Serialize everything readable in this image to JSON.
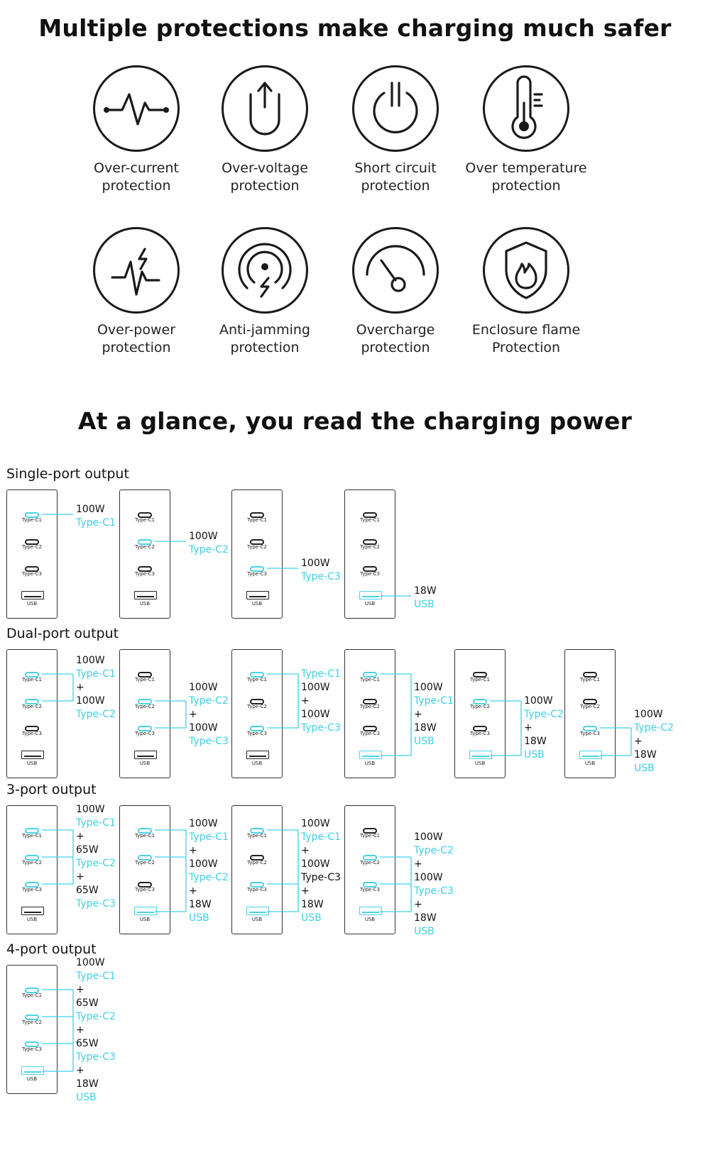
{
  "headline_protections": "Multiple protections make charging much safer",
  "headline_power": "At a glance, you read the charging power",
  "colors": {
    "accent": "#3fd0e6",
    "dark": "#1a1a1a"
  },
  "protections": [
    {
      "label": "Over-current\nprotection",
      "icon": "pulse-icon"
    },
    {
      "label": "Over-voltage\nprotection",
      "icon": "voltage-arrow-icon"
    },
    {
      "label": "Short circuit\nprotection",
      "icon": "power-icon"
    },
    {
      "label": "Over temperature\nprotection",
      "icon": "thermometer-icon"
    },
    {
      "label": "Over-power\nprotection",
      "icon": "power-spike-icon"
    },
    {
      "label": "Anti-jamming\nprotection",
      "icon": "interference-icon"
    },
    {
      "label": "Overcharge\nprotection",
      "icon": "gauge-icon"
    },
    {
      "label": "Enclosure flame\nProtection",
      "icon": "flame-shield-icon"
    }
  ],
  "port_labels": [
    "Type-C1",
    "Type-C2",
    "Type-C3",
    "USB"
  ],
  "sections": [
    {
      "title": "Single-port output",
      "configs": [
        {
          "active": [
            0
          ],
          "lines": [
            [
              "w",
              "100W"
            ],
            [
              "p",
              "Type-C1"
            ]
          ]
        },
        {
          "active": [
            1
          ],
          "lines": [
            [
              "w",
              "100W"
            ],
            [
              "p",
              "Type-C2"
            ]
          ]
        },
        {
          "active": [
            2
          ],
          "lines": [
            [
              "w",
              "100W"
            ],
            [
              "p",
              "Type-C3"
            ]
          ]
        },
        {
          "active": [
            3
          ],
          "lines": [
            [
              "w",
              "18W"
            ],
            [
              "p",
              "USB"
            ]
          ]
        }
      ]
    },
    {
      "title": "Dual-port output",
      "configs": [
        {
          "active": [
            0,
            1
          ],
          "lines": [
            [
              "w",
              "100W"
            ],
            [
              "p",
              "Type-C1"
            ],
            [
              "k",
              "+"
            ],
            [
              "w",
              "100W"
            ],
            [
              "p",
              "Type-C2"
            ]
          ]
        },
        {
          "active": [
            1,
            2
          ],
          "lines": [
            [
              "w",
              "100W"
            ],
            [
              "p",
              "Type-C2"
            ],
            [
              "k",
              "+"
            ],
            [
              "w",
              "100W"
            ],
            [
              "p",
              "Type-C3"
            ]
          ]
        },
        {
          "active": [
            0,
            2
          ],
          "lines": [
            [
              "p",
              "Type-C1"
            ],
            [
              "w",
              "100W"
            ],
            [
              "k",
              "+"
            ],
            [
              "w",
              "100W"
            ],
            [
              "p",
              "Type-C3"
            ]
          ]
        },
        {
          "active": [
            0,
            3
          ],
          "lines": [
            [
              "w",
              "100W"
            ],
            [
              "p",
              "Type-C1"
            ],
            [
              "k",
              "+"
            ],
            [
              "w",
              "18W"
            ],
            [
              "p",
              "USB"
            ]
          ]
        },
        {
          "active": [
            1,
            3
          ],
          "lines": [
            [
              "w",
              "100W"
            ],
            [
              "p",
              "Type-C2"
            ],
            [
              "k",
              "+"
            ],
            [
              "w",
              "18W"
            ],
            [
              "p",
              "USB"
            ]
          ]
        },
        {
          "active": [
            2,
            3
          ],
          "lines": [
            [
              "w",
              "100W"
            ],
            [
              "p",
              "Type-C2"
            ],
            [
              "k",
              "+"
            ],
            [
              "w",
              "18W"
            ],
            [
              "p",
              "USB"
            ]
          ]
        }
      ]
    },
    {
      "title": "3-port output",
      "configs": [
        {
          "active": [
            0,
            1,
            2
          ],
          "lines": [
            [
              "w",
              "100W"
            ],
            [
              "p",
              "Type-C1"
            ],
            [
              "k",
              "+"
            ],
            [
              "w",
              "65W"
            ],
            [
              "p",
              "Type-C2"
            ],
            [
              "k",
              "+"
            ],
            [
              "w",
              "65W"
            ],
            [
              "p",
              "Type-C3"
            ]
          ]
        },
        {
          "active": [
            0,
            1,
            3
          ],
          "lines": [
            [
              "w",
              "100W"
            ],
            [
              "p",
              "Type-C1"
            ],
            [
              "k",
              "+"
            ],
            [
              "w",
              "100W"
            ],
            [
              "p",
              "Type-C2"
            ],
            [
              "k",
              "+"
            ],
            [
              "w",
              "18W"
            ],
            [
              "p",
              "USB"
            ]
          ]
        },
        {
          "active": [
            0,
            2,
            3
          ],
          "lines": [
            [
              "w",
              "100W"
            ],
            [
              "p",
              "Type-C1"
            ],
            [
              "k",
              "+"
            ],
            [
              "w",
              "100W"
            ],
            [
              "w",
              "Type-C3"
            ],
            [
              "k",
              "+"
            ],
            [
              "w",
              "18W"
            ],
            [
              "p",
              "USB"
            ]
          ]
        },
        {
          "active": [
            1,
            2,
            3
          ],
          "lines": [
            [
              "w",
              "100W"
            ],
            [
              "p",
              "Type-C2"
            ],
            [
              "k",
              "+"
            ],
            [
              "w",
              "100W"
            ],
            [
              "p",
              "Type-C3"
            ],
            [
              "k",
              "+"
            ],
            [
              "w",
              "18W"
            ],
            [
              "p",
              "USB"
            ]
          ]
        }
      ]
    },
    {
      "title": "4-port output",
      "configs": [
        {
          "active": [
            0,
            1,
            2,
            3
          ],
          "lines": [
            [
              "w",
              "100W"
            ],
            [
              "p",
              "Type-C1"
            ],
            [
              "k",
              "+"
            ],
            [
              "w",
              "65W"
            ],
            [
              "p",
              "Type-C2"
            ],
            [
              "k",
              "+"
            ],
            [
              "w",
              "65W"
            ],
            [
              "p",
              "Type-C3"
            ],
            [
              "k",
              "+"
            ],
            [
              "w",
              "18W"
            ],
            [
              "p",
              "USB"
            ]
          ]
        }
      ]
    }
  ]
}
